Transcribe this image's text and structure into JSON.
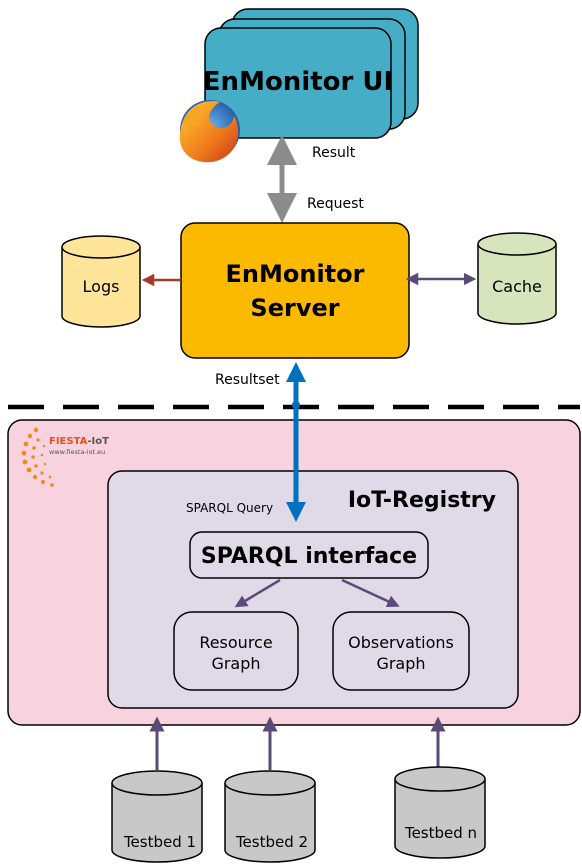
{
  "ui": {
    "title": "EnMonitor UI",
    "browser_icon": "firefox-icon",
    "result_label": "Result",
    "request_label": "Request"
  },
  "server": {
    "line1": "EnMonitor",
    "line2": "Server",
    "logs_label": "Logs",
    "cache_label": "Cache",
    "resultset_label": "Resultset"
  },
  "fiesta": {
    "logo_name": "FIESTA",
    "logo_suffix": "-IoT",
    "logo_url": "www.fiesta-iot.eu"
  },
  "registry": {
    "title": "IoT-Registry",
    "sparql_query_label": "SPARQL Query",
    "sparql_interface_label": "SPARQL interface",
    "resource_graph_line1": "Resource",
    "resource_graph_line2": "Graph",
    "observations_graph_line1": "Observations",
    "observations_graph_line2": "Graph"
  },
  "testbeds": [
    "Testbed 1",
    "Testbed 2",
    "Testbed n"
  ],
  "colors": {
    "ui_blue": "#45aec6",
    "server_orange": "#fbb900",
    "logs_yellow": "#ffe599",
    "cache_green": "#d8e4bc",
    "fiesta_pink": "#f8d3df",
    "registry_lavender": "#e0d9e7",
    "testbed_grey": "#c8c8c8",
    "query_arrow_blue": "#0070c0",
    "flow_purple": "#5a4a78",
    "logs_arrow_red": "#a8382a"
  }
}
